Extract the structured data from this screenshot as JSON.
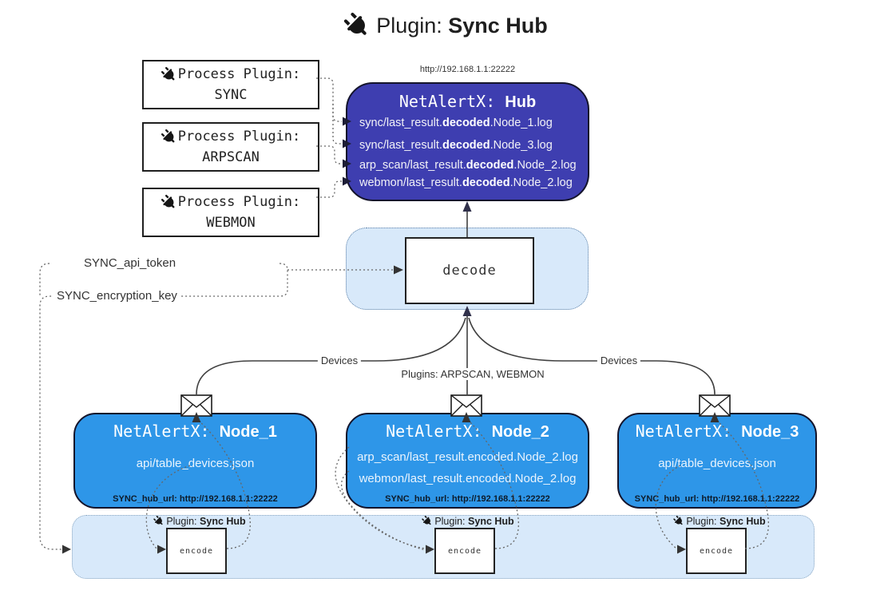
{
  "title": {
    "prefix": "Plugin:",
    "name": "Sync Hub"
  },
  "process_plugins": [
    {
      "label": "Process Plugin:",
      "name": "SYNC"
    },
    {
      "label": "Process Plugin:",
      "name": "ARPSCAN"
    },
    {
      "label": "Process Plugin:",
      "name": "WEBMON"
    }
  ],
  "hub": {
    "url": "http://192.168.1.1:22222",
    "title_prefix": "NetAlertX: ",
    "title_name": "Hub",
    "logs": [
      {
        "pre": "sync/last_result.",
        "bold": "decoded",
        "post": ".Node_1.log"
      },
      {
        "pre": "sync/last_result.",
        "bold": "decoded",
        "post": ".Node_3.log"
      },
      {
        "pre": "arp_scan/last_result.",
        "bold": "decoded",
        "post": ".Node_2.log"
      },
      {
        "pre": "webmon/last_result.",
        "bold": "decoded",
        "post": ".Node_2.log"
      }
    ]
  },
  "decode_label": "decode",
  "config_keys": {
    "api_token": "SYNC_api_token",
    "encryption_key": "SYNC_encryption_key"
  },
  "edge_labels": {
    "devices_left": "Devices",
    "devices_right": "Devices",
    "plugins_mid": "Plugins: ARPSCAN, WEBMON"
  },
  "nodes": [
    {
      "title_prefix": "NetAlertX: ",
      "title_name": "Node_1",
      "files": [
        "api/table_devices.json"
      ],
      "hub_url": "SYNC_hub_url: http://192.168.1.1:22222"
    },
    {
      "title_prefix": "NetAlertX: ",
      "title_name": "Node_2",
      "files": [
        "arp_scan/last_result.encoded.Node_2.log",
        "webmon/last_result.encoded.Node_2.log"
      ],
      "hub_url": "SYNC_hub_url: http://192.168.1.1:22222"
    },
    {
      "title_prefix": "NetAlertX: ",
      "title_name": "Node_3",
      "files": [
        "api/table_devices.json"
      ],
      "hub_url": "SYNC_hub_url: http://192.168.1.1:22222"
    }
  ],
  "encoders": [
    {
      "plugin_prefix": "Plugin:",
      "plugin_name": "Sync Hub",
      "label": "encode"
    },
    {
      "plugin_prefix": "Plugin:",
      "plugin_name": "Sync Hub",
      "label": "encode"
    },
    {
      "plugin_prefix": "Plugin:",
      "plugin_name": "Sync Hub",
      "label": "encode"
    }
  ],
  "colors": {
    "hub_fill": "#3E3EB0",
    "node_fill": "#2E96E8",
    "panel_fill": "#D8E9FA",
    "box_border": "#14142b",
    "dotted_link": "#666666",
    "solid_link": "#404040"
  }
}
